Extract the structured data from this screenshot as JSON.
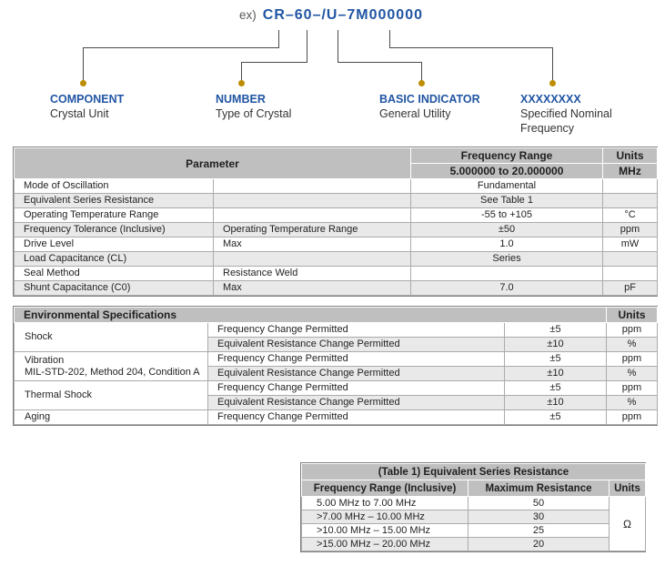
{
  "diagram": {
    "prefix": "ex)",
    "part_number": "CR–60–/U–7M000000",
    "labels": [
      {
        "title": "COMPONENT",
        "line1": "Crystal Unit",
        "line2": ""
      },
      {
        "title": "NUMBER",
        "line1": "Type of Crystal",
        "line2": ""
      },
      {
        "title": "BASIC INDICATOR",
        "line1": "General Utility",
        "line2": ""
      },
      {
        "title": "XXXXXXXX",
        "line1": "Specified Nominal",
        "line2": "Frequency"
      }
    ]
  },
  "spec_table": {
    "header": {
      "parameter": "Parameter",
      "frequency_range": "Frequency Range",
      "units": "Units",
      "range_value": "5.000000 to 20.000000",
      "range_units": "MHz"
    },
    "rows": [
      [
        "Mode of Oscillation",
        "",
        "Fundamental",
        ""
      ],
      [
        "Equivalent Series Resistance",
        "",
        "See Table 1",
        ""
      ],
      [
        "Operating Temperature Range",
        "",
        "-55 to +105",
        "°C"
      ],
      [
        "Frequency Tolerance (Inclusive)",
        "Operating Temperature Range",
        "±50",
        "ppm"
      ],
      [
        "Drive Level",
        "Max",
        "1.0",
        "mW"
      ],
      [
        "Load Capacitance (CL)",
        "",
        "Series",
        ""
      ],
      [
        "Seal Method",
        "Resistance Weld",
        "",
        ""
      ],
      [
        "Shunt Capacitance (C0)",
        "Max",
        "7.0",
        "pF"
      ]
    ]
  },
  "env_table": {
    "title": "Environmental Specifications",
    "units_header": "Units",
    "groups": [
      {
        "name": "Shock",
        "name2": "",
        "rows": [
          [
            "Frequency Change Permitted",
            "±5",
            "ppm"
          ],
          [
            "Equivalent Resistance Change Permitted",
            "±10",
            "%"
          ]
        ]
      },
      {
        "name": "Vibration",
        "name2": "MIL-STD-202, Method 204, Condition A",
        "rows": [
          [
            "Frequency Change Permitted",
            "±5",
            "ppm"
          ],
          [
            "Equivalent Resistance Change Permitted",
            "±10",
            "%"
          ]
        ]
      },
      {
        "name": "Thermal Shock",
        "name2": "",
        "rows": [
          [
            "Frequency Change Permitted",
            "±5",
            "ppm"
          ],
          [
            "Equivalent Resistance Change Permitted",
            "±10",
            "%"
          ]
        ]
      },
      {
        "name": "Aging",
        "name2": "",
        "rows": [
          [
            "Frequency Change Permitted",
            "±5",
            "ppm"
          ]
        ]
      }
    ]
  },
  "resistance_table": {
    "title": "(Table 1) Equivalent Series Resistance",
    "headers": [
      "Frequency Range (Inclusive)",
      "Maximum Resistance",
      "Units"
    ],
    "rows": [
      [
        "5.00 MHz to 7.00 MHz",
        "50"
      ],
      [
        ">7.00 MHz – 10.00 MHz",
        "30"
      ],
      [
        ">10.00 MHz – 15.00 MHz",
        "25"
      ],
      [
        ">15.00 MHz – 20.00 MHz",
        "20"
      ]
    ],
    "units_value": "Ω"
  },
  "colors": {
    "accent_blue": "#2155A4",
    "dot_gold": "#BD8D00",
    "header_gray": "#BFBFBF",
    "band_gray": "#E9E9E9"
  }
}
